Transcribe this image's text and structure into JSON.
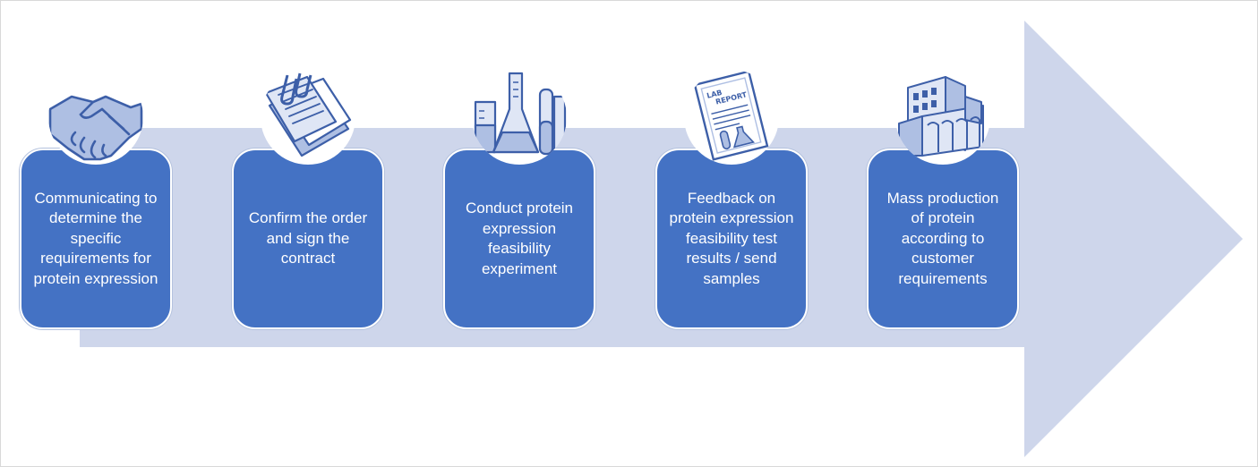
{
  "steps": [
    {
      "label": "Communicating to determine the specific requirements for protein expression",
      "icon": "handshake-icon"
    },
    {
      "label": "Confirm the order and sign the contract",
      "icon": "contract-papers-icon"
    },
    {
      "label": "Conduct protein expression feasibility experiment",
      "icon": "lab-glassware-icon"
    },
    {
      "label": "Feedback on protein expression feasibility test results / send samples",
      "icon": "lab-report-icon"
    },
    {
      "label": "Mass production of protein according to customer requirements",
      "icon": "factory-icon"
    }
  ],
  "report_icon_text": [
    "LAB",
    "REPORT"
  ],
  "colors": {
    "arrow": "#ced6eb",
    "box": "#4472c4",
    "icon_ink": "#3d5fa8",
    "icon_fill": "#aebfe3"
  }
}
